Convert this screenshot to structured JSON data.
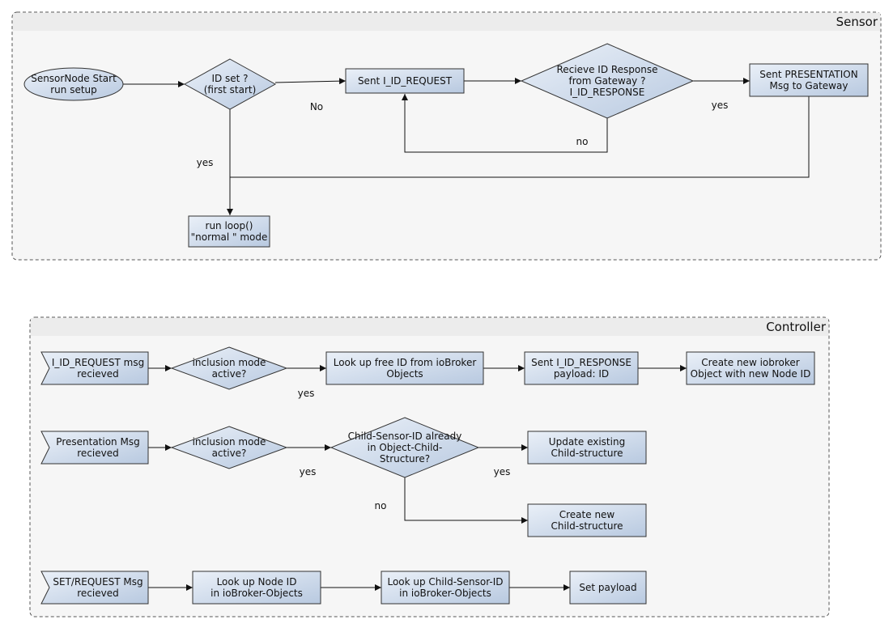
{
  "colors": {
    "lane_fill": "#f6f6f6",
    "lane_header": "#ececec",
    "lane_border": "#555555",
    "node_fill_light": "#eaf0f8",
    "node_fill_dark": "#b8c9e0",
    "node_border": "#333333",
    "edge": "#111111"
  },
  "lanes": [
    {
      "id": "sensor",
      "title": "Sensor"
    },
    {
      "id": "controller",
      "title": "Controller"
    }
  ],
  "nodes": [
    {
      "id": "sensor-start",
      "shape": "ellipse",
      "lines": [
        "SensorNode Start",
        "run setup"
      ]
    },
    {
      "id": "id-set",
      "shape": "diamond",
      "lines": [
        "ID set ?",
        "(first start)"
      ]
    },
    {
      "id": "sent-id-request",
      "shape": "rect",
      "lines": [
        "Sent I_ID_REQUEST"
      ]
    },
    {
      "id": "receive-id-response",
      "shape": "diamond",
      "lines": [
        "Recieve ID Response",
        "from Gateway ?",
        "I_ID_RESPONSE"
      ]
    },
    {
      "id": "sent-presentation",
      "shape": "rect",
      "lines": [
        "Sent PRESENTATION",
        "Msg to Gateway"
      ]
    },
    {
      "id": "run-loop",
      "shape": "rect",
      "lines": [
        "run loop()",
        "\"normal \" mode"
      ]
    },
    {
      "id": "id-request-recv",
      "shape": "flag",
      "lines": [
        "I_ID_REQUEST msg",
        "recieved"
      ]
    },
    {
      "id": "inclusion-1",
      "shape": "diamond",
      "lines": [
        "inclusion mode",
        "active?"
      ]
    },
    {
      "id": "lookup-free-id",
      "shape": "rect",
      "lines": [
        "Look up free ID from ioBroker",
        "Objects"
      ]
    },
    {
      "id": "sent-id-response",
      "shape": "rect",
      "lines": [
        "Sent I_ID_RESPONSE",
        "payload: ID"
      ]
    },
    {
      "id": "create-iobroker-object",
      "shape": "rect",
      "lines": [
        "Create new iobroker",
        "Object with new Node ID"
      ]
    },
    {
      "id": "presentation-recv",
      "shape": "flag",
      "lines": [
        "Presentation Msg",
        "recieved"
      ]
    },
    {
      "id": "inclusion-2",
      "shape": "diamond",
      "lines": [
        "inclusion mode",
        "active?"
      ]
    },
    {
      "id": "child-sensor-check",
      "shape": "diamond",
      "lines": [
        "Child-Sensor-ID already",
        "in Object-Child-",
        "Structure?"
      ]
    },
    {
      "id": "update-child",
      "shape": "rect",
      "lines": [
        "Update existing",
        "Child-structure"
      ]
    },
    {
      "id": "create-child",
      "shape": "rect",
      "lines": [
        "Create new",
        "Child-structure"
      ]
    },
    {
      "id": "set-request-recv",
      "shape": "flag",
      "lines": [
        "SET/REQUEST Msg",
        "recieved"
      ]
    },
    {
      "id": "lookup-node-id",
      "shape": "rect",
      "lines": [
        "Look up Node ID",
        "in ioBroker-Objects"
      ]
    },
    {
      "id": "lookup-child-sensor-id",
      "shape": "rect",
      "lines": [
        "Look up Child-Sensor-ID",
        "in ioBroker-Objects"
      ]
    },
    {
      "id": "set-payload",
      "shape": "rect",
      "lines": [
        "Set payload"
      ]
    }
  ],
  "edges": [
    {
      "id": "start-to-idset",
      "label": ""
    },
    {
      "id": "idset-to-request",
      "label": "No"
    },
    {
      "id": "request-to-response",
      "label": ""
    },
    {
      "id": "response-to-presentation",
      "label": "yes"
    },
    {
      "id": "response-no-loopback",
      "label": "no"
    },
    {
      "id": "idset-yes-to-loop",
      "label": "yes"
    },
    {
      "id": "presentation-to-loop",
      "label": ""
    },
    {
      "id": "c1-recv-to-incl",
      "label": ""
    },
    {
      "id": "c1-incl-to-lookup",
      "label": "yes"
    },
    {
      "id": "c1-lookup-to-sent",
      "label": ""
    },
    {
      "id": "c1-sent-to-create",
      "label": ""
    },
    {
      "id": "c2-recv-to-incl",
      "label": ""
    },
    {
      "id": "c2-incl-to-check",
      "label": "yes"
    },
    {
      "id": "c2-check-to-update",
      "label": "yes"
    },
    {
      "id": "c2-check-to-create",
      "label": "no"
    },
    {
      "id": "c3-recv-to-lookup",
      "label": ""
    },
    {
      "id": "c3-lookup-to-child",
      "label": ""
    },
    {
      "id": "c3-child-to-set",
      "label": ""
    }
  ]
}
